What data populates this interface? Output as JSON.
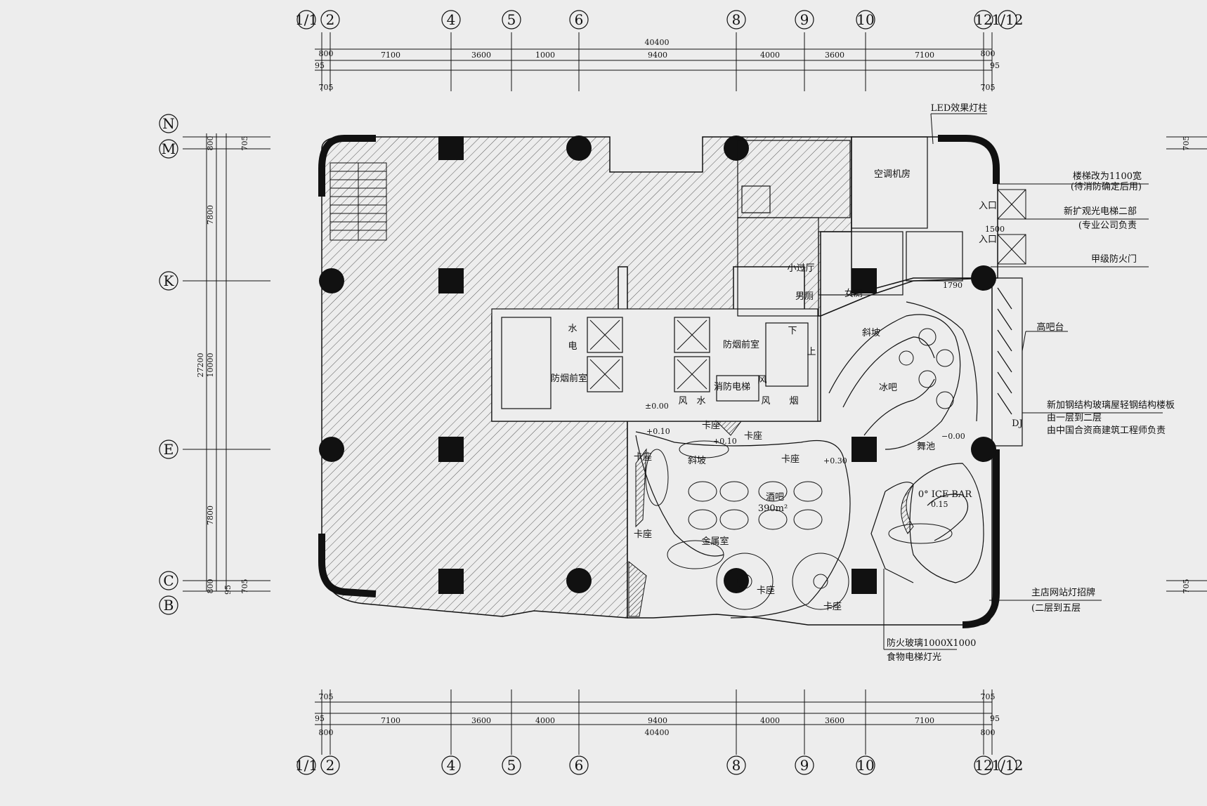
{
  "axes": {
    "top": [
      "1/1",
      "2",
      "4",
      "5",
      "6",
      "8",
      "9",
      "10",
      "12",
      "1/12"
    ],
    "bottom": [
      "1/1",
      "2",
      "4",
      "5",
      "6",
      "8",
      "9",
      "10",
      "12",
      "1/12"
    ],
    "left": [
      "N",
      "M",
      "K",
      "E",
      "C",
      "B"
    ]
  },
  "dimensions": {
    "top_total": "40400",
    "top_segments": [
      "800",
      "7100",
      "3600",
      "1000",
      "9400",
      "4000",
      "3600",
      "7100",
      "800"
    ],
    "top_small": [
      "95",
      "705"
    ],
    "bottom_total": "40400",
    "bottom_segments": [
      "800",
      "7100",
      "3600",
      "4000",
      "9400",
      "4000",
      "3600",
      "7100",
      "800"
    ],
    "bottom_small": [
      "705",
      "95"
    ],
    "left_total": "27200",
    "left_segments": [
      "800",
      "7800",
      "10000",
      "7800",
      "800"
    ],
    "left_small": [
      "705",
      "95"
    ],
    "right_small": [
      "705",
      "705"
    ]
  },
  "rooms": {
    "ac_room": "空调机房",
    "smoke_front": "防烟前室",
    "smoke_front2": "防烟前室",
    "fire_elevator": "消防电梯",
    "wind": "风",
    "water": "水",
    "smoke": "烟",
    "elec": "电",
    "male": "男厕",
    "female": "女厕",
    "small_hall": "小过厅",
    "slope1": "斜坡",
    "slope2": "斜坡",
    "ice_bar": "冰吧",
    "dance_pool": "舞池",
    "bar_name": "酒吧",
    "bar_area": "390m²",
    "ice_bar_en": "0° ICE BAR",
    "gold_room": "金属室",
    "high_bar": "高吧台",
    "dj": "DJ",
    "entrance1": "入口",
    "entrance2": "入口",
    "booth1": "卡座",
    "booth2": "卡座",
    "booth3": "卡座",
    "booth4": "卡座",
    "booth5": "卡座",
    "booth6": "卡座",
    "booth7": "卡座",
    "up": "上",
    "down": "下"
  },
  "levels": {
    "lv_pm0": "±0.00",
    "lv_010a": "+0.10",
    "lv_010b": "+0.10",
    "lv_030": "+0.30",
    "lv_m000": "−0.00",
    "lv_015": "0.15",
    "dim_1790": "1790",
    "dim_1500": "1500"
  },
  "annotations": {
    "led": "LED效果灯柱",
    "stair_1": "楼梯改为1100宽",
    "stair_2": "(待消防确定后用)",
    "elev_1": "新扩观光电梯二部",
    "elev_2": "(专业公司负责",
    "fire_door": "甲级防火门",
    "steel_1": "新加钢结构玻璃屋轻钢结构楼板",
    "steel_2": "由一层到二层",
    "steel_3": "由中国合资商建筑工程师负责",
    "sign_1": "主店网站灯招牌",
    "sign_2": "(二层到五层",
    "glass_1": "防火玻璃1000X1000",
    "glass_2": "食物电梯灯光"
  },
  "colors": {
    "background": "#ededed",
    "ink": "#111111",
    "hatch": "#555555"
  }
}
